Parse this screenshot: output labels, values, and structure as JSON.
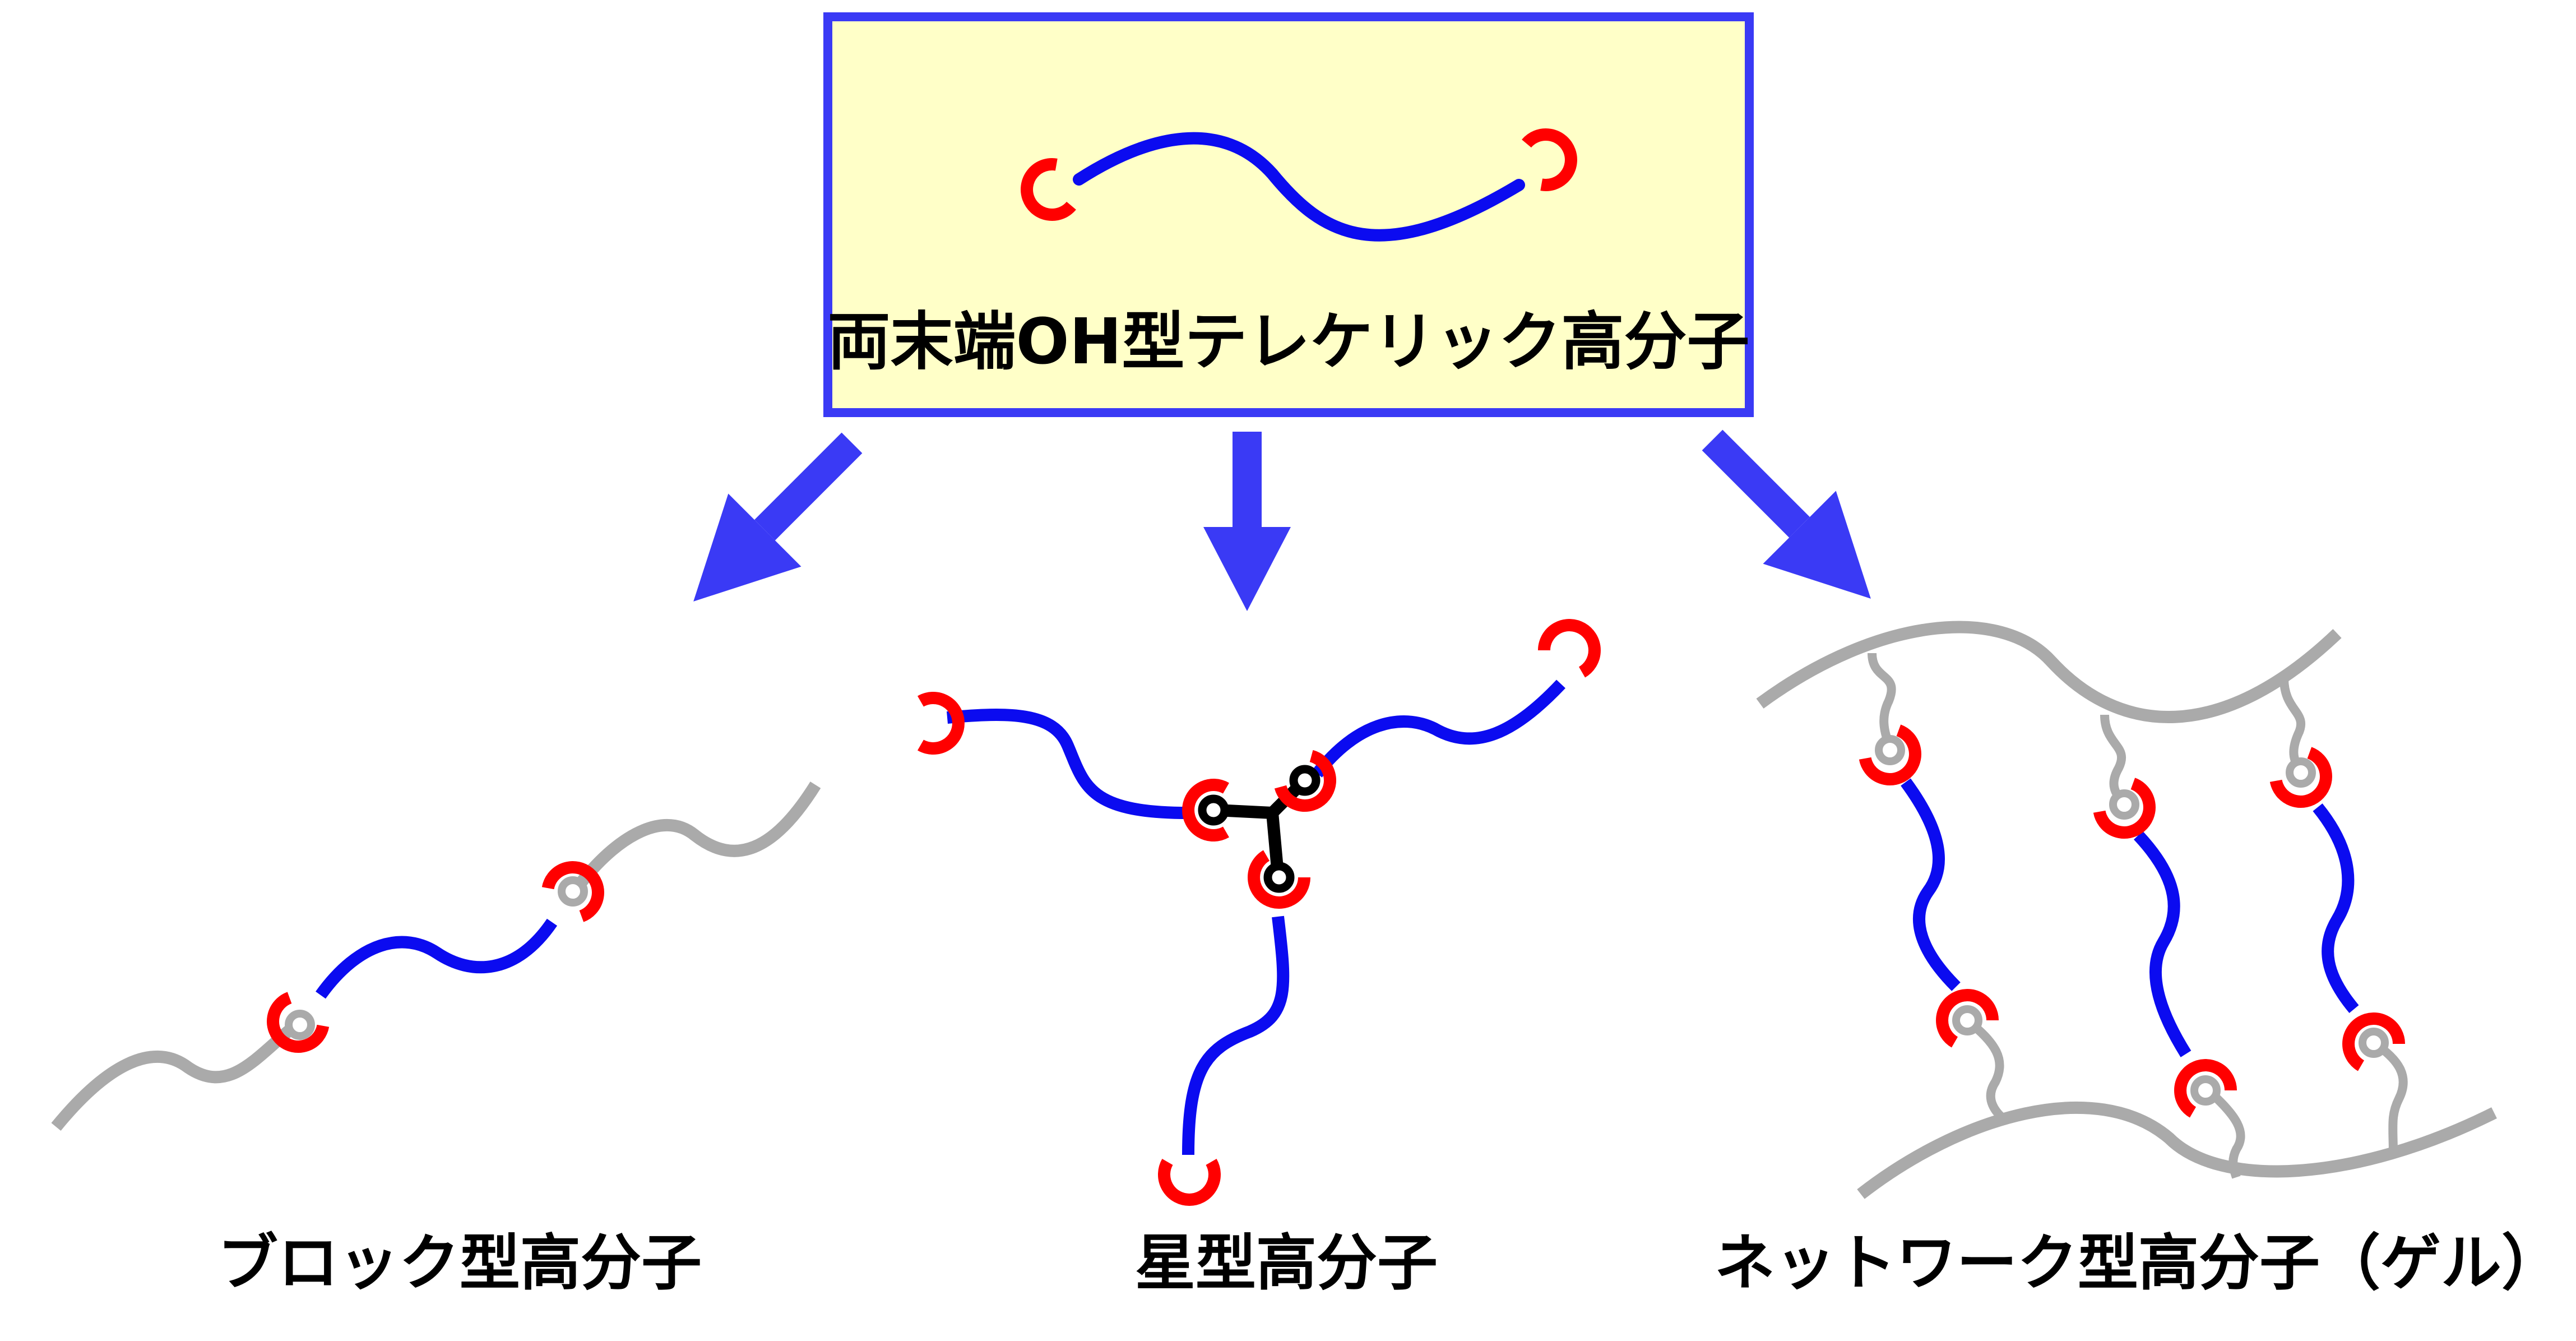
{
  "top_box": {
    "label": "両末端OH型テレケリック高分子"
  },
  "products": [
    {
      "id": "block",
      "label": "ブロック型高分子"
    },
    {
      "id": "star",
      "label": "星型高分子"
    },
    {
      "id": "network",
      "label": "ネットワーク型高分子（ゲル）"
    }
  ],
  "colors": {
    "box_fill": "#ffffc8",
    "box_border": "#3a3af5",
    "arrow": "#3a3af5",
    "chain_blue": "#0b0bf0",
    "end_cap_red": "#ff0000",
    "gray_polymer": "#aaaaaa",
    "core_black": "#000000"
  }
}
